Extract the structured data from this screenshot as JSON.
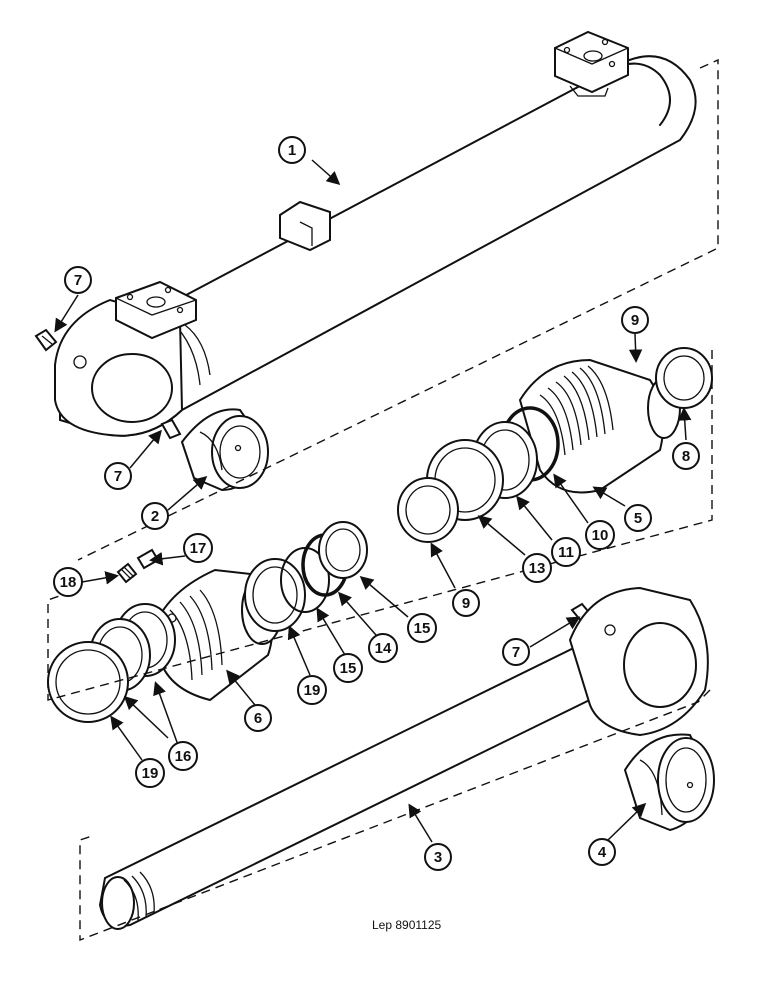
{
  "diagram": {
    "reference": "Lep 8901125",
    "callouts": [
      {
        "label": "1"
      },
      {
        "label": "7"
      },
      {
        "label": "7"
      },
      {
        "label": "2"
      },
      {
        "label": "9"
      },
      {
        "label": "8"
      },
      {
        "label": "5"
      },
      {
        "label": "10"
      },
      {
        "label": "11"
      },
      {
        "label": "13"
      },
      {
        "label": "9"
      },
      {
        "label": "17"
      },
      {
        "label": "18"
      },
      {
        "label": "15"
      },
      {
        "label": "14"
      },
      {
        "label": "15"
      },
      {
        "label": "19"
      },
      {
        "label": "6"
      },
      {
        "label": "16"
      },
      {
        "label": "19"
      },
      {
        "label": "7"
      },
      {
        "label": "3"
      },
      {
        "label": "4"
      }
    ]
  }
}
